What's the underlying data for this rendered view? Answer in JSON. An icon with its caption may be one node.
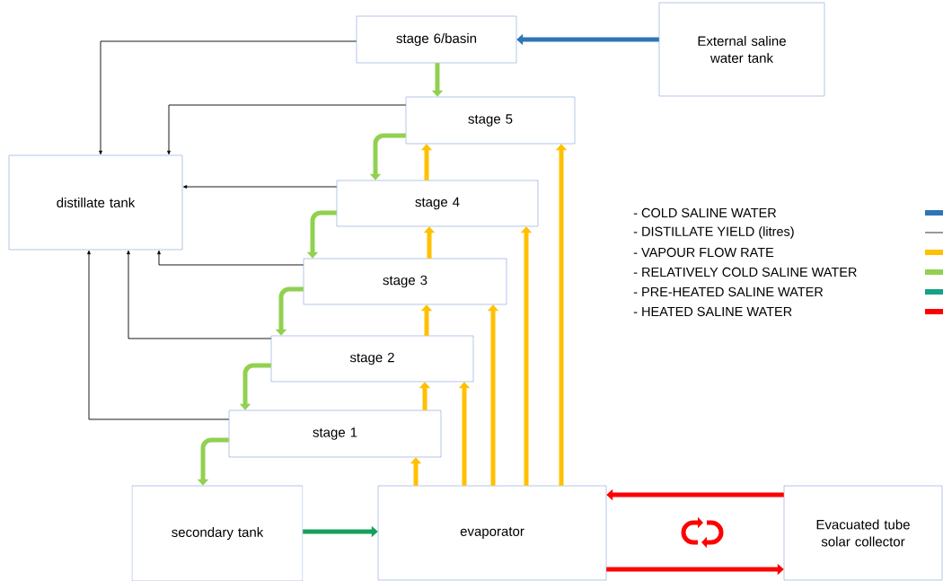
{
  "diagram": {
    "nodes": [
      {
        "text": [
          "stage 6/basin"
        ]
      },
      {
        "text": [
          "External saline water tank"
        ]
      },
      {
        "text": [
          "stage 5"
        ]
      },
      {
        "text": [
          "distillate tank"
        ]
      },
      {
        "text": [
          "stage 4"
        ]
      },
      {
        "text": [
          "stage 3"
        ]
      },
      {
        "text": [
          "stage 2"
        ]
      },
      {
        "text": [
          "stage 1"
        ]
      },
      {
        "text": [
          "secondary tank"
        ]
      },
      {
        "text": [
          "evaporator"
        ]
      },
      {
        "text": [
          "Evacuated tube solar collector"
        ]
      }
    ],
    "edges": [
      {
        "from": 1,
        "to": 0,
        "arrow": "to",
        "color": "#2e75b6"
      },
      {
        "from": 0,
        "to": 2,
        "arrow": "to",
        "color": "#92d050"
      },
      {
        "from": 2,
        "to": 4,
        "arrow": "to",
        "color": "#92d050"
      },
      {
        "from": 4,
        "to": 5,
        "arrow": "to",
        "color": "#92d050"
      },
      {
        "from": 5,
        "to": 6,
        "arrow": "to",
        "color": "#92d050"
      },
      {
        "from": 6,
        "to": 7,
        "arrow": "to",
        "color": "#92d050"
      },
      {
        "from": 7,
        "to": 8,
        "arrow": "to",
        "color": "#92d050"
      },
      {
        "from": 0,
        "to": 3,
        "arrow": "to",
        "color": "#000000"
      },
      {
        "from": 2,
        "to": 3,
        "arrow": "to",
        "color": "#000000"
      },
      {
        "from": 4,
        "to": 3,
        "arrow": "to",
        "color": "#000000"
      },
      {
        "from": 5,
        "to": 3,
        "arrow": "to",
        "color": "#000000"
      },
      {
        "from": 6,
        "to": 3,
        "arrow": "to",
        "color": "#000000"
      },
      {
        "from": 7,
        "to": 3,
        "arrow": "to",
        "color": "#000000"
      },
      {
        "from": 9,
        "to": 7,
        "arrow": "to",
        "color": "#ffc000"
      },
      {
        "from": 9,
        "to": 6,
        "arrow": "to",
        "color": "#ffc000"
      },
      {
        "from": 9,
        "to": 5,
        "arrow": "to",
        "color": "#ffc000"
      },
      {
        "from": 9,
        "to": 4,
        "arrow": "to",
        "color": "#ffc000"
      },
      {
        "from": 9,
        "to": 2,
        "arrow": "to",
        "color": "#ffc000"
      },
      {
        "from": 7,
        "to": 6,
        "arrow": "to",
        "color": "#ffc000"
      },
      {
        "from": 6,
        "to": 5,
        "arrow": "to",
        "color": "#ffc000"
      },
      {
        "from": 5,
        "to": 4,
        "arrow": "to",
        "color": "#ffc000"
      },
      {
        "from": 4,
        "to": 2,
        "arrow": "to",
        "color": "#ffc000"
      },
      {
        "from": 8,
        "to": 9,
        "arrow": "to",
        "color": "#16a05a"
      },
      {
        "from": 10,
        "to": 9,
        "arrow": "to",
        "color": "#ff0000"
      },
      {
        "from": 9,
        "to": 10,
        "arrow": "to",
        "color": "#ff0000"
      }
    ],
    "legend": [
      {
        "text": "- COLD SALINE WATER",
        "color": "#2e75b6"
      },
      {
        "text": "- DISTILLATE YIELD (litres)"
      },
      {
        "text": "- VAPOUR FLOW RATE",
        "color": "#ffc000"
      },
      {
        "text": "- RELATIVELY COLD SALINE WATER",
        "color": "#92d050"
      },
      {
        "text": "- PRE-HEATED SALINE WATER",
        "color": "#16a085"
      },
      {
        "text": "- HEATED SALINE WATER",
        "color": "#ff0000"
      }
    ]
  }
}
